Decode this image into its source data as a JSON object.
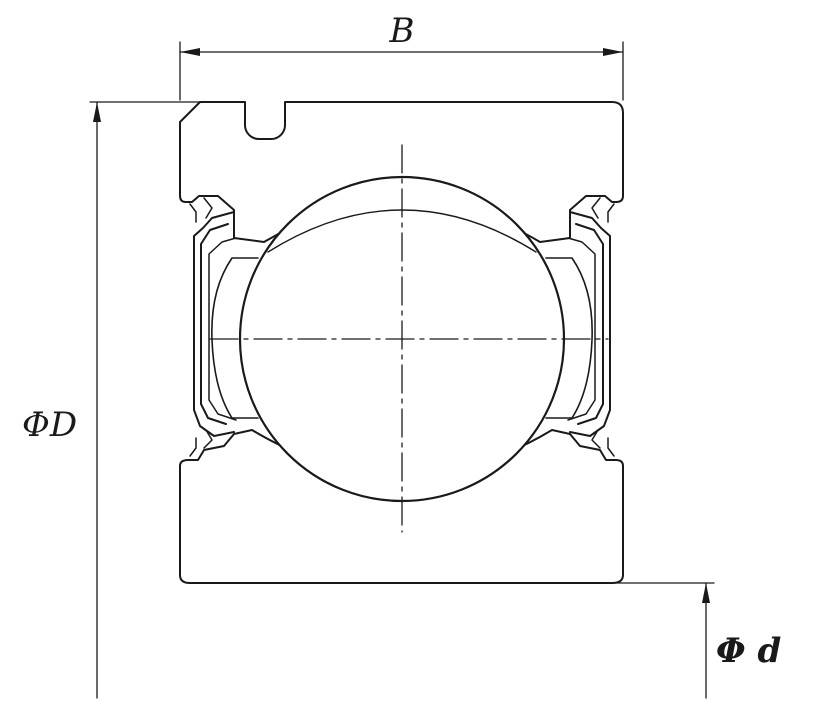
{
  "labels": {
    "width": "B",
    "outer_diameter": "ΦD",
    "bore_diameter": "Φ d"
  },
  "colors": {
    "line": "#1a1a1a",
    "background": "#ffffff"
  }
}
